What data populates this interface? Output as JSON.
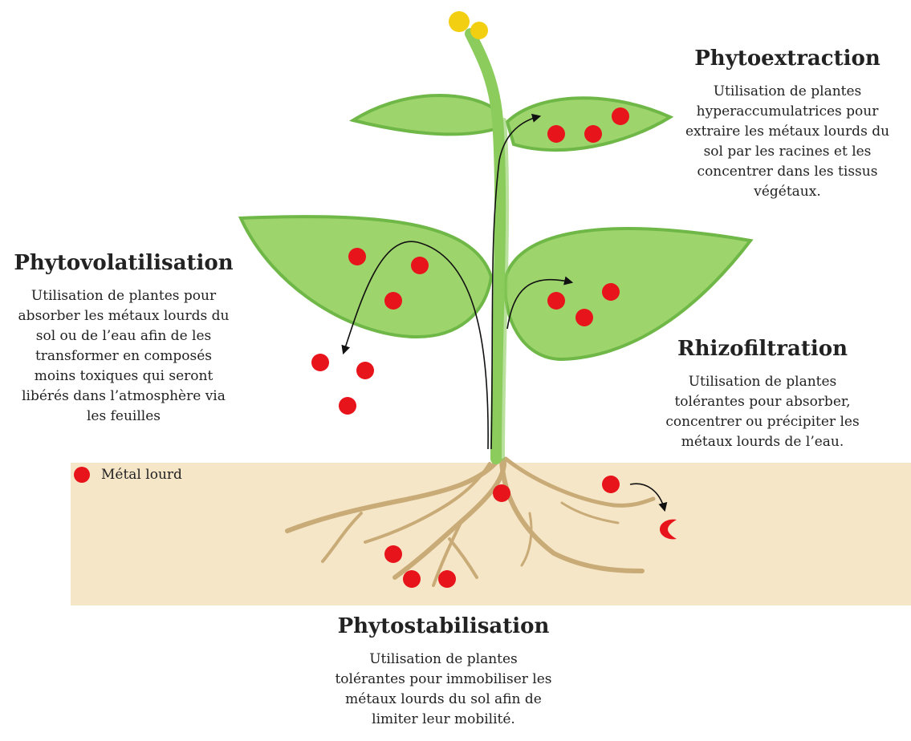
{
  "colors": {
    "soil": "#f6e6c8",
    "leaf_fill": "#9ed46c",
    "leaf_stroke": "#6fb848",
    "stem": "#8bcc5c",
    "root": "#c8ab77",
    "metal": "#e8141b",
    "flower": "#f2cf10"
  },
  "labels": {
    "phytoextraction": {
      "title": "Phytoextraction",
      "lines": [
        "Utilisation de plantes",
        "hyperaccumulatrices pour",
        "extraire les métaux lourds du",
        "sol par les racines et les",
        "concentrer dans les tissus",
        "végétaux."
      ]
    },
    "phytovolatilisation": {
      "title": "Phytovolatilisation",
      "lines": [
        "Utilisation de plantes pour",
        "absorber les métaux lourds du",
        "sol ou de l’eau afin de les",
        "transformer en composés",
        "moins toxiques qui seront",
        "libérés dans l’atmosphère via",
        "les feuilles"
      ]
    },
    "rhizofiltration": {
      "title": "Rhizofiltration",
      "lines": [
        "Utilisation de plantes",
        "tolérantes pour absorber,",
        "concentrer ou précipiter les",
        "métaux lourds de l’eau."
      ]
    },
    "phytostabilisation": {
      "title": "Phytostabilisation",
      "lines": [
        "Utilisation de plantes",
        "tolérantes pour immobiliser les",
        "métaux lourds du sol afin de",
        "limiter leur mobilité."
      ]
    }
  },
  "legend": {
    "label": "Métal lourd",
    "icon": "red-dot"
  }
}
